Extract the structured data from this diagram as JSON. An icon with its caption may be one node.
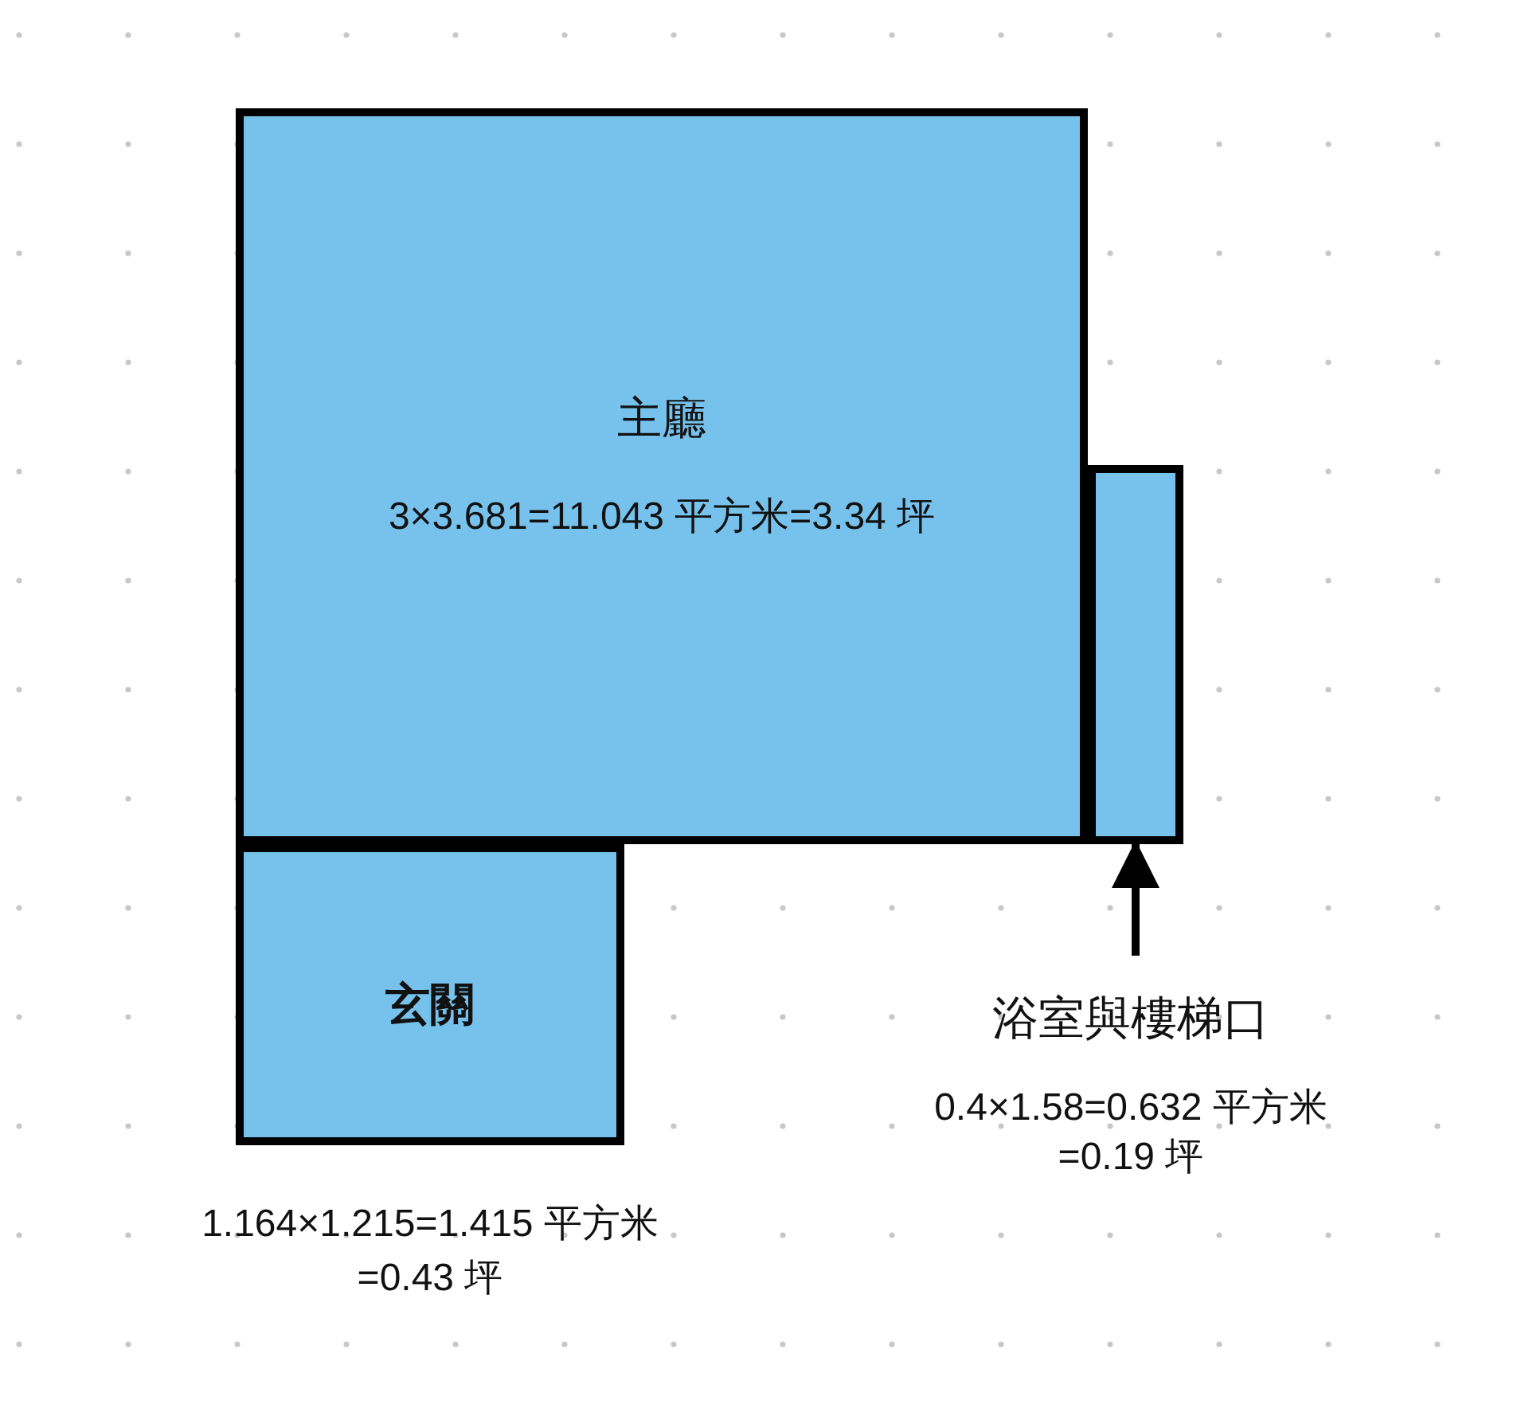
{
  "diagram": {
    "nodes": [
      {
        "text": [
          "主廳",
          "3×3.681=11.043 平方米=3.34 坪"
        ]
      },
      {
        "text": [
          "玄關"
        ],
        "beside": [
          "1.164×1.215=1.415 平方米 =0.43 坪"
        ]
      },
      {
        "text": [],
        "shape": "box"
      },
      {
        "text": [
          "浴室與樓梯口",
          "0.4×1.58=0.632 平方米 =0.19 坪"
        ]
      }
    ],
    "edges": [
      {
        "from": 3,
        "to": 2,
        "arrow": "to"
      }
    ]
  }
}
